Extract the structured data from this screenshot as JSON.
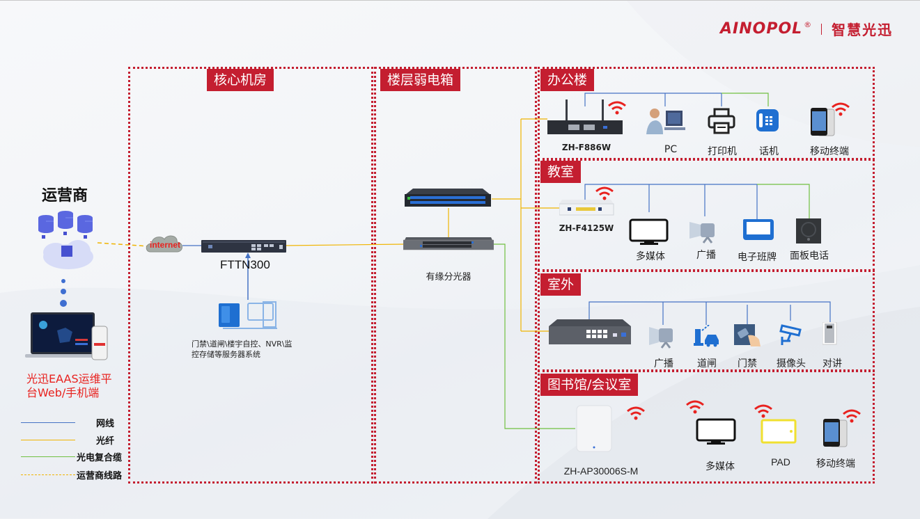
{
  "brand": {
    "logo_text": "AINOPOL",
    "registered_mark": "®",
    "slogan": "智慧光迅",
    "color": "#c41e30"
  },
  "colors": {
    "accent_red": "#c41e30",
    "network_cable": "#4472c4",
    "fiber": "#f0b400",
    "hybrid_cable": "#70c040",
    "carrier_line": "#f0b400",
    "wifi": "#e8221f"
  },
  "operator": {
    "title": "运营商",
    "cloud_label": "internet",
    "platform_label_line1": "光迅EAAS运维平",
    "platform_label_line2": "台Web/手机端"
  },
  "zones": {
    "core_room": {
      "title": "核心机房",
      "device_name": "FTTN300",
      "server_label_line1": "门禁\\道闸\\楼宇自控、NVR\\监",
      "server_label_line2": "控存储等服务器系统"
    },
    "floor_box": {
      "title": "楼层弱电箱",
      "splitter_label": "有缘分光器"
    },
    "office": {
      "title": "办公楼",
      "gateway": "ZH-F886W",
      "devices": [
        "PC",
        "打印机",
        "话机",
        "移动终端"
      ]
    },
    "classroom": {
      "title": "教室",
      "gateway": "ZH-F4125W",
      "devices": [
        "多媒体",
        "广播",
        "电子班牌",
        "面板电话"
      ]
    },
    "outdoor": {
      "title": "室外",
      "devices": [
        "广播",
        "道闸",
        "门禁",
        "摄像头",
        "对讲"
      ]
    },
    "library": {
      "title": "图书馆/会议室",
      "ap": "ZH-AP30006S-M",
      "devices": [
        "多媒体",
        "PAD",
        "移动终端"
      ]
    }
  },
  "legend": [
    {
      "label": "网线",
      "style": "solid",
      "color": "#4472c4"
    },
    {
      "label": "光纤",
      "style": "solid",
      "color": "#f0b400"
    },
    {
      "label": "光电复合缆",
      "style": "solid",
      "color": "#70c040"
    },
    {
      "label": "运营商线路",
      "style": "dashed",
      "color": "#f0b400"
    }
  ]
}
